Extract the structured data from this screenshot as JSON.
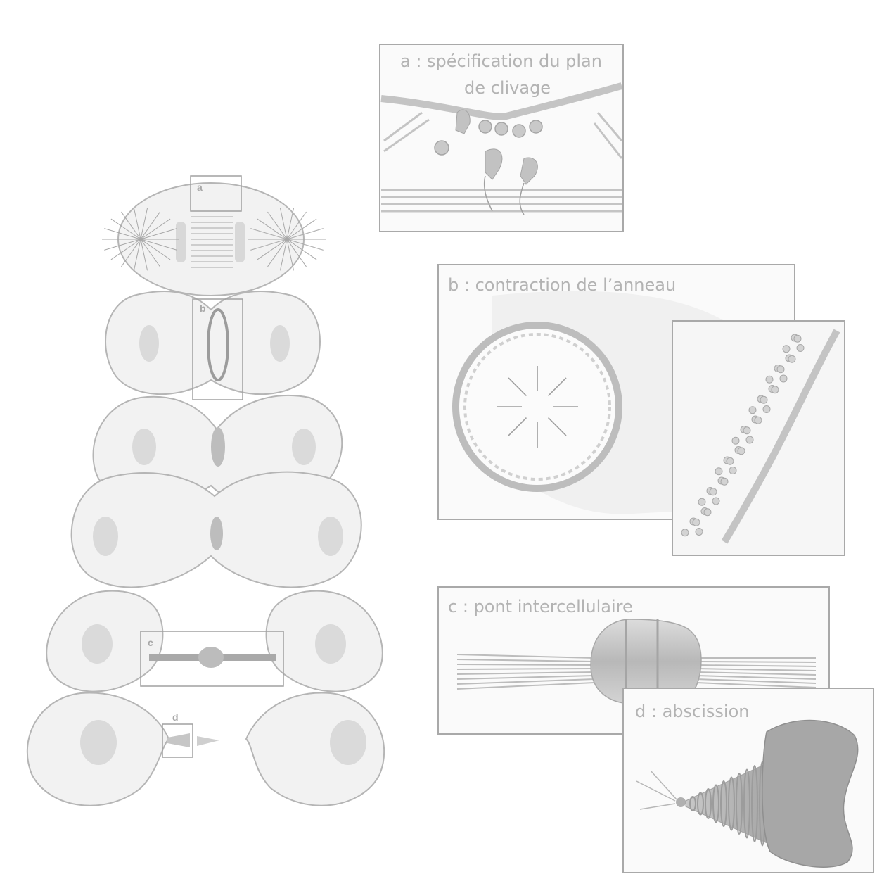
{
  "colors": {
    "background": "#ffffff",
    "outline": "#b0b0b0",
    "fiber": "#9a9a9a",
    "nucleus": "#d6d6d6",
    "cytoplasm": "#f1f1f1",
    "caption": "#b3b3b3"
  },
  "labels": {
    "a": "a : spécification du plan de clivage",
    "b": "b : contraction de l’anneau",
    "c": "c : pont intercellulaire",
    "d": "d : abscission"
  },
  "caption_lines": {
    "a1": "a : spécification du plan",
    "a2": "de clivage",
    "b": "b : contraction de l’anneau",
    "c": "c : pont intercellulaire",
    "d": "d : abscission"
  },
  "box_letters": {
    "a": "a",
    "b": "b",
    "c": "c",
    "d": "d"
  }
}
